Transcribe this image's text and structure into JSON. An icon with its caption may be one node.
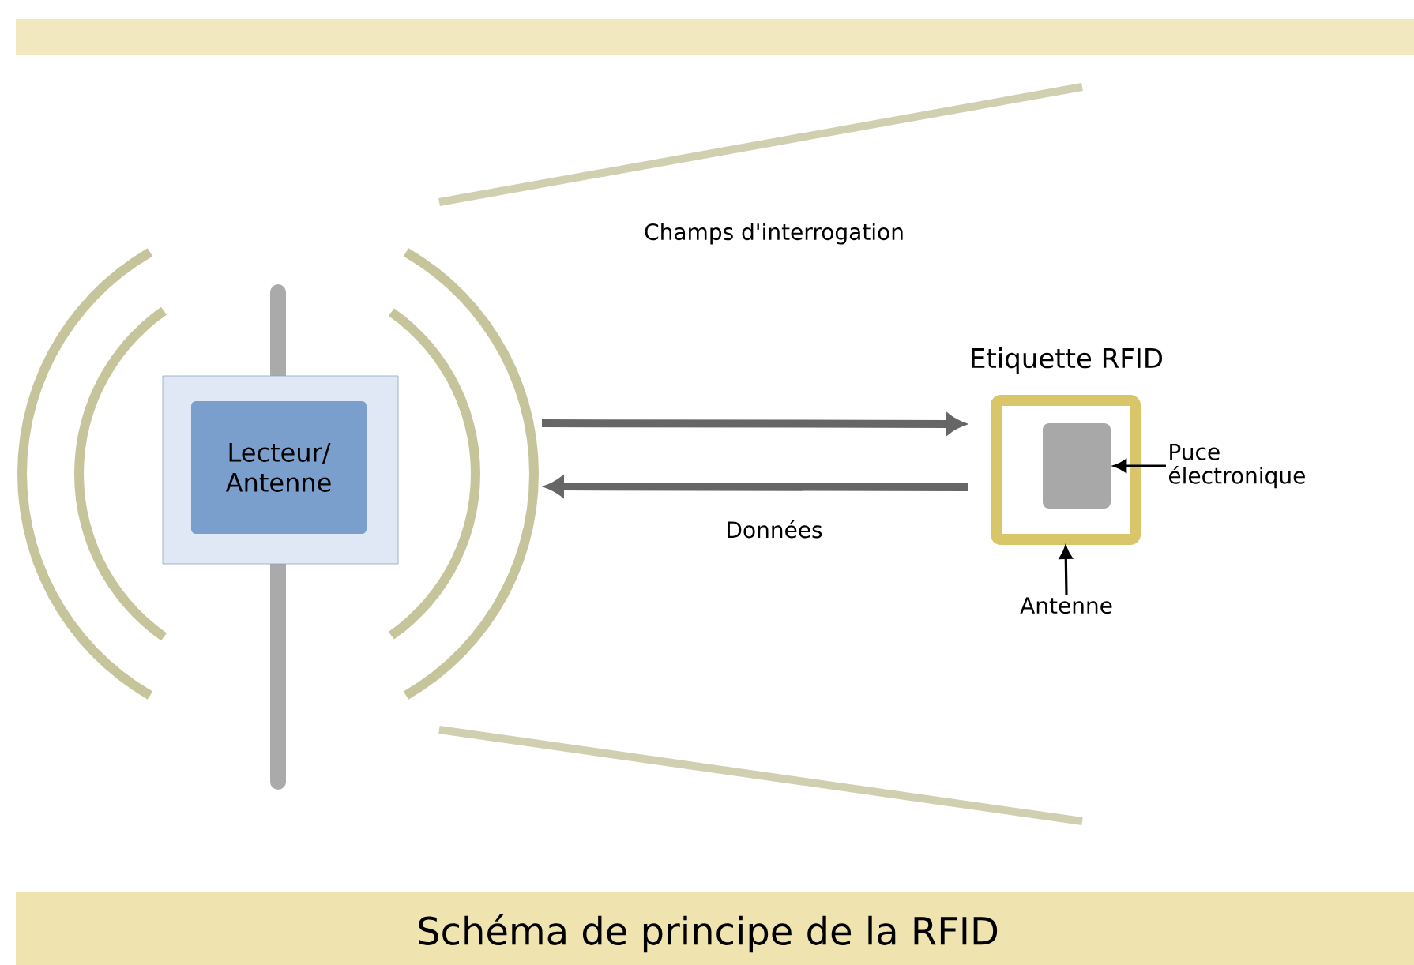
{
  "diagram": {
    "caption": "Schéma de principe de la RFID",
    "nodes": [
      {
        "text": [
          "Lecteur/ Antenne"
        ]
      },
      {
        "text": [
          "Etiquette RFID"
        ]
      },
      {
        "text": [],
        "shape": "box",
        "in": 1
      },
      {
        "text": [
          "Puce électronique"
        ]
      },
      {
        "text": [
          "Antenne"
        ]
      }
    ],
    "edges": [
      {
        "from": 0,
        "to": 1,
        "arrow": "to",
        "style": "thick",
        "color": "#666666"
      },
      {
        "from": 1,
        "to": 0,
        "arrow": "to",
        "label": "Données",
        "style": "thick",
        "color": "#666666"
      },
      {
        "from": 3,
        "to": 2,
        "arrow": "to",
        "color": "#000000"
      },
      {
        "from": 4,
        "to": 1,
        "arrow": "to",
        "color": "#000000"
      }
    ],
    "labels": [
      "Champs d'interrogation"
    ]
  }
}
